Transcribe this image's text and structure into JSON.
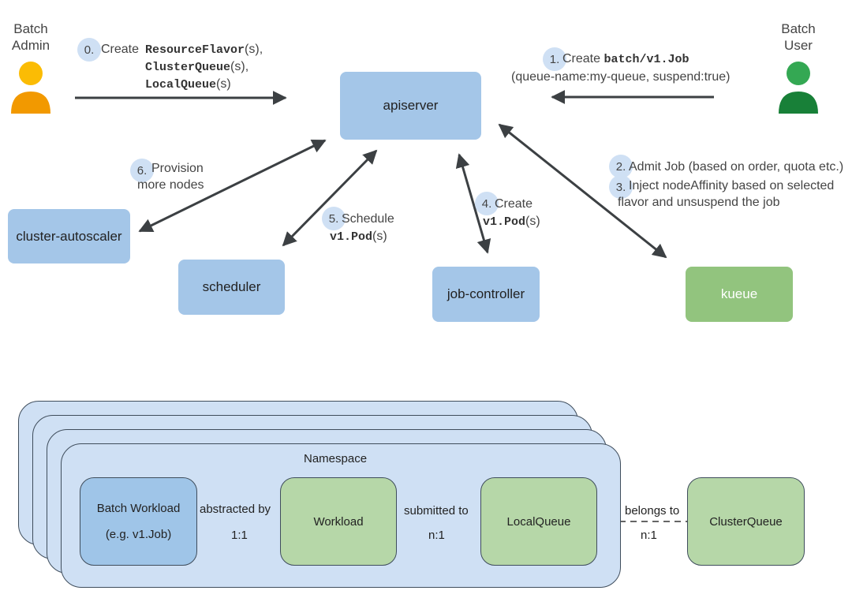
{
  "actors": {
    "admin": {
      "line1": "Batch",
      "line2": "Admin",
      "head_color": "#fbbc04",
      "body_color": "#f29900"
    },
    "user": {
      "line1": "Batch",
      "line2": "User",
      "head_color": "#34a853",
      "body_color": "#188038"
    }
  },
  "steps": {
    "s0": {
      "num": "0.",
      "word": "Create",
      "items": [
        {
          "code": "ResourceFlavor",
          "suffix": "(s),"
        },
        {
          "code": "ClusterQueue",
          "suffix": "(s),"
        },
        {
          "code": "LocalQueue",
          "suffix": "(s)"
        }
      ]
    },
    "s1": {
      "num": "1.",
      "word": "Create",
      "code": "batch/v1.Job",
      "detail": "(queue-name:my-queue, suspend:true)"
    },
    "s23": {
      "num2": "2.",
      "text2": "Admit Job (based on order, quota etc.)",
      "num3": "3.",
      "text3a": "Inject nodeAffinity based on selected",
      "text3b": "flavor and unsuspend the job"
    },
    "s4": {
      "num": "4.",
      "word": "Create",
      "code": "v1.Pod",
      "suffix": "(s)"
    },
    "s5": {
      "num": "5.",
      "word": "Schedule",
      "code": "v1.Pod",
      "suffix": "(s)"
    },
    "s6": {
      "num": "6.",
      "line1": "Provision",
      "line2": "more nodes"
    }
  },
  "components": {
    "apiserver": "apiserver",
    "autoscaler": "cluster-autoscaler",
    "scheduler": "scheduler",
    "jobcontroller": "job-controller",
    "kueue": "kueue"
  },
  "namespace": {
    "title": "Namespace",
    "batch_workload": {
      "line1": "Batch Workload",
      "line2": "(e.g. v1.Job)"
    },
    "workload": "Workload",
    "localqueue": "LocalQueue",
    "clusterqueue": "ClusterQueue",
    "rel1": {
      "label": "abstracted by",
      "ratio": "1:1"
    },
    "rel2": {
      "label": "submitted to",
      "ratio": "n:1"
    },
    "rel3": {
      "label": "belongs to",
      "ratio": "n:1"
    }
  },
  "colors": {
    "component_blue": "#a4c6e8",
    "kueue_green": "#92c47e",
    "light_green": "#b6d7a8",
    "namespace_blue": "#cfe0f4",
    "arrow": "#3c4043"
  }
}
